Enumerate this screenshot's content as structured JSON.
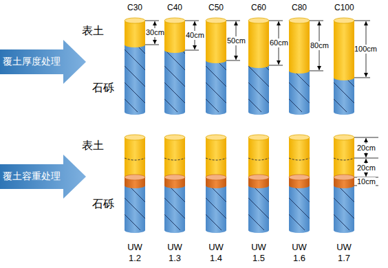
{
  "diagram": {
    "nodes": [
      {
        "text": [
          "覆土厚度处理"
        ]
      },
      {
        "text": [
          "覆土容重处理"
        ]
      }
    ],
    "labels": [
      "C30",
      "C40",
      "C50",
      "C60",
      "C80",
      "C100",
      "表土",
      "石砾",
      "30cm",
      "40cm",
      "50cm",
      "60cm",
      "80cm",
      "100cm",
      "表土",
      "石砾",
      "20cm",
      "20cm",
      "10cm",
      "UW 1.2",
      "UW 1.3",
      "UW 1.4",
      "UW 1.5",
      "UW 1.6",
      "UW 1.7"
    ]
  }
}
